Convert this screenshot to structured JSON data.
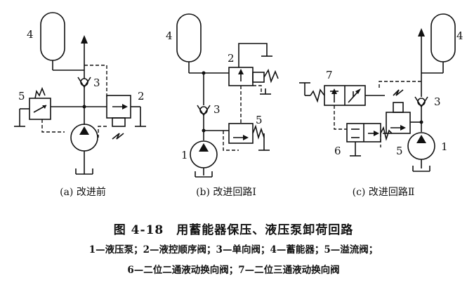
{
  "figure": {
    "title": "图 4-18　用蓄能器保压、液压泵卸荷回路",
    "legend_line1": "1—液压泵；2—液控顺序阀；3—单向阀；4—蓄能器；5—溢流阀；",
    "legend_line2": "6—二位二通液动换向阀；7—二位三通液动换向阀"
  },
  "diagrams": [
    {
      "caption": "(a) 改进前",
      "labels": {
        "accumulator": "4",
        "check_valve": "3",
        "relief_valve": "5",
        "sequence_valve": "2"
      }
    },
    {
      "caption": "(b) 改进回路Ⅰ",
      "labels": {
        "accumulator": "4",
        "sequence_valve": "2",
        "check_valve": "3",
        "relief_valve": "5",
        "pump": "1"
      }
    },
    {
      "caption": "(c) 改进回路Ⅱ",
      "labels": {
        "directional_valve_3way": "7",
        "accumulator": "4",
        "check_valve": "3",
        "directional_valve_2way": "6",
        "relief_valve": "5",
        "pump": "1"
      }
    }
  ]
}
